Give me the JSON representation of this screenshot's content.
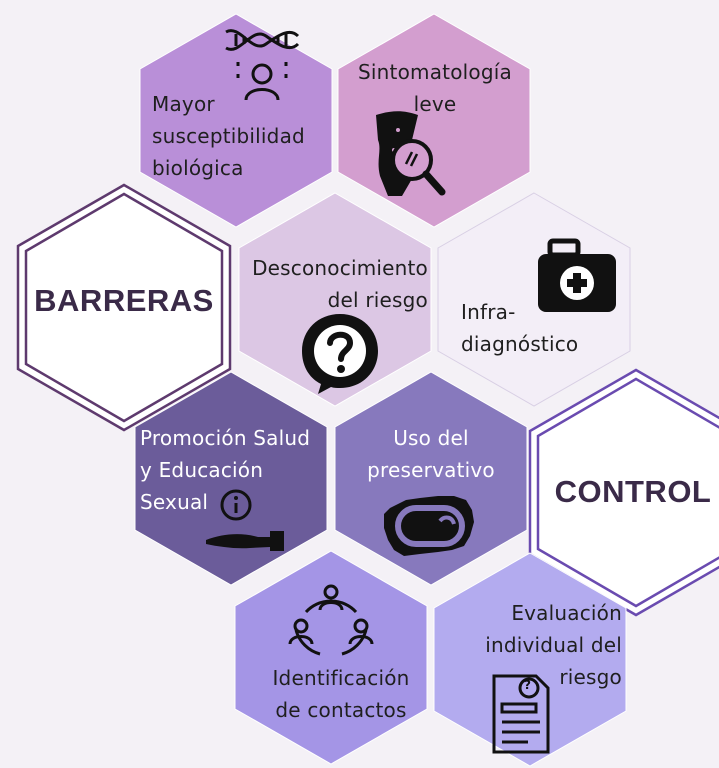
{
  "groups": {
    "barreras": "BARRERAS",
    "control": "CONTROL"
  },
  "cells": {
    "susceptibilidad": [
      "Mayor",
      "susceptibilidad",
      "biológica"
    ],
    "sintomatologia": [
      "Sintomatología",
      "leve"
    ],
    "desconocimiento": [
      "Desconocimiento",
      "del riesgo"
    ],
    "infradiagnostico": [
      "Infra-",
      "diagnóstico"
    ],
    "promocion": [
      "Promoción Salud",
      "y Educación",
      "Sexual"
    ],
    "preservativo": [
      "Uso del",
      "preservativo"
    ],
    "contactos": [
      "Identificación",
      "de contactos"
    ],
    "evaluacion": [
      "Evaluación",
      "individual del",
      "riesgo"
    ]
  },
  "icons": {
    "susceptibilidad": "dna-person-icon",
    "sintomatologia": "body-magnifier-icon",
    "desconocimiento": "question-bubble-icon",
    "infradiagnostico": "first-aid-kit-icon",
    "promocion": "hand-info-icon",
    "preservativo": "condom-icon",
    "contactos": "contacts-network-icon",
    "evaluacion": "risk-form-icon"
  },
  "colors": {
    "background": "#f4f1f6",
    "susceptibilidad": "#b98fd8",
    "sintomatologia": "#d39ecf",
    "desconocimiento": "#dcc7e4",
    "infradiagnostico": "#f3eef7",
    "promocion": "#6b5c9a",
    "preservativo": "#8779bd",
    "contactos": "#a495e6",
    "evaluacion": "#b3abef",
    "barreras_border": "#5e3a6e",
    "control_border": "#6a4bb0",
    "big_text": "#3a2a48"
  }
}
